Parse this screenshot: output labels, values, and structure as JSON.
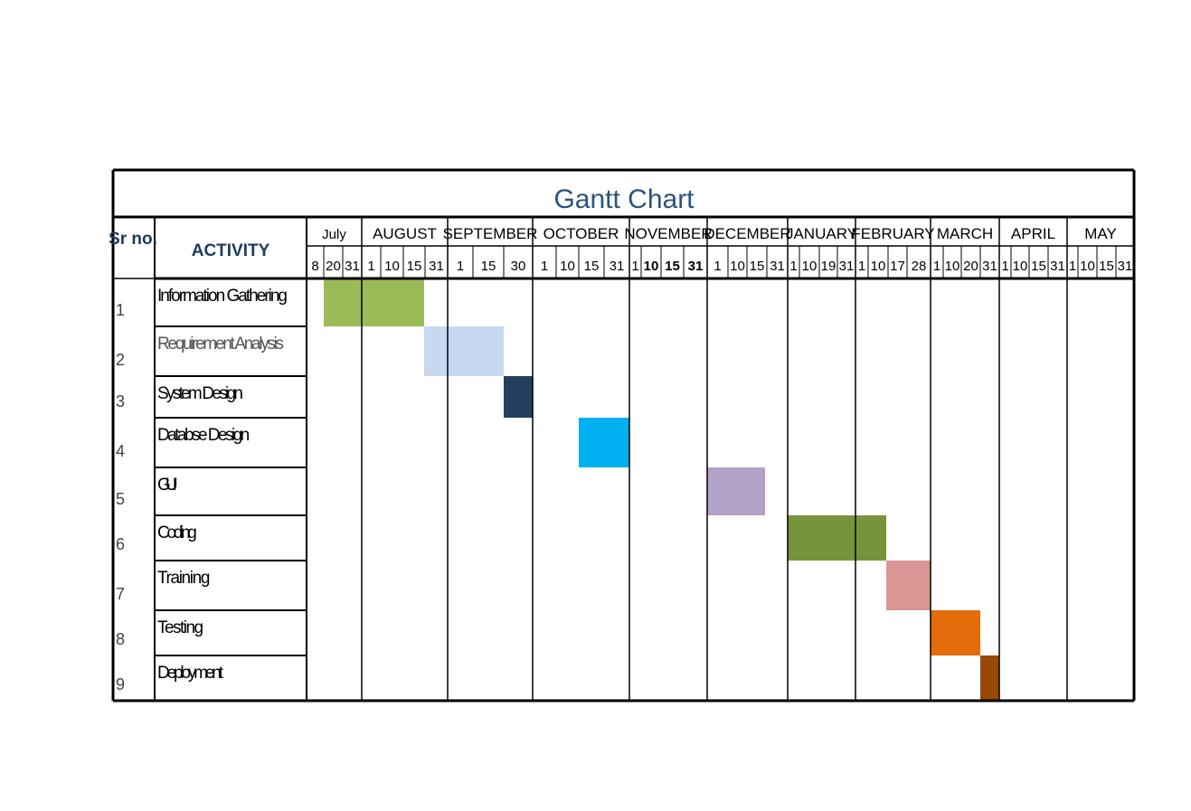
{
  "chart_data": {
    "type": "gantt",
    "title": "Gantt Chart",
    "columns": {
      "sr_no": "Sr no.",
      "activity": "ACTIVITY"
    },
    "months": [
      {
        "name": "July",
        "days": [
          "8",
          "20",
          "31"
        ]
      },
      {
        "name": "AUGUST",
        "days": [
          "1",
          "10",
          "15",
          "31"
        ]
      },
      {
        "name": "SEPTEMBER",
        "days": [
          "1",
          "15",
          "30"
        ]
      },
      {
        "name": "OCTOBER",
        "days": [
          "1",
          "10",
          "15",
          "31"
        ]
      },
      {
        "name": "NOVEMBER",
        "days": [
          "1",
          "10",
          "15",
          "31"
        ]
      },
      {
        "name": "DECEMBER",
        "days": [
          "1",
          "10",
          "15",
          "31"
        ]
      },
      {
        "name": "JANUARY",
        "days": [
          "1",
          "10",
          "19",
          "31"
        ]
      },
      {
        "name": "FEBRUARY",
        "days": [
          "1",
          "10",
          "17",
          "28"
        ]
      },
      {
        "name": "MARCH",
        "days": [
          "1",
          "10",
          "20",
          "31"
        ]
      },
      {
        "name": "APRIL",
        "days": [
          "1",
          "10",
          "15",
          "31"
        ]
      },
      {
        "name": "MAY",
        "days": [
          "1",
          "10",
          "15",
          "31"
        ]
      }
    ],
    "tasks": [
      {
        "sr": "1",
        "activity": "Information Gathering",
        "start": "July 8",
        "end": "August 15",
        "color": "#9bbb59"
      },
      {
        "sr": "2",
        "activity": "Requirement Analysis",
        "start": "August 31",
        "end": "September 30",
        "color": "#c6d9f1"
      },
      {
        "sr": "3",
        "activity": "System Design",
        "start": "September 30",
        "end": "October 1",
        "color": "#243f60"
      },
      {
        "sr": "4",
        "activity": "Databse Design",
        "start": "October 15",
        "end": "October 31",
        "color": "#00b0f0"
      },
      {
        "sr": "5",
        "activity": "GUI",
        "start": "December 1",
        "end": "December 15",
        "color": "#b3a2c7"
      },
      {
        "sr": "6",
        "activity": "Coding",
        "start": "January 1",
        "end": "February 10",
        "color": "#77933c"
      },
      {
        "sr": "7",
        "activity": "Training",
        "start": "February 10",
        "end": "February 28",
        "color": "#d99694"
      },
      {
        "sr": "8",
        "activity": "Testing",
        "start": "March 1",
        "end": "March 20",
        "color": "#e46c0a"
      },
      {
        "sr": "9",
        "activity": "Deployment",
        "start": "March 20",
        "end": "March 31",
        "color": "#984807"
      }
    ],
    "title_color": "#2a5380",
    "header_color": "#1f3a5f"
  }
}
